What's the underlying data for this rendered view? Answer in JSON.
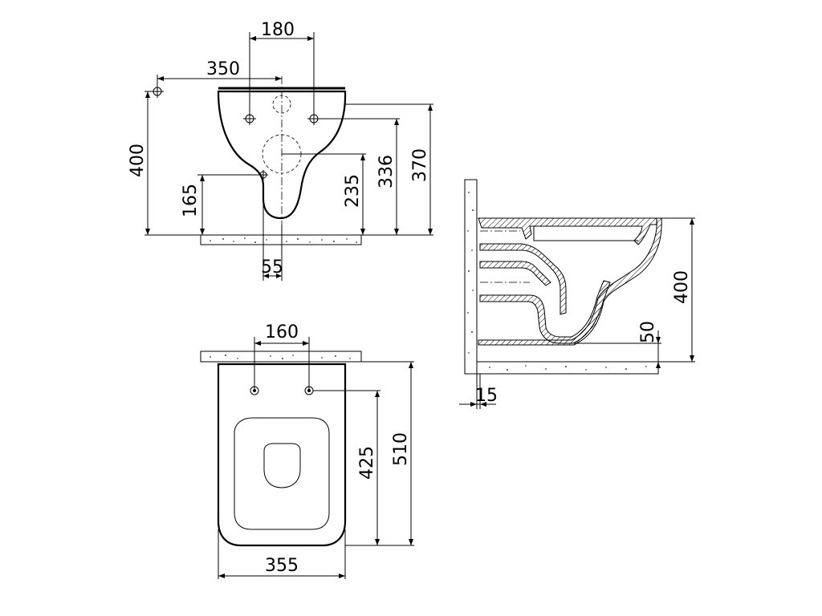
{
  "dimensions": {
    "front": {
      "width_top": "180",
      "axis_offset": "350",
      "height_fixing": "400",
      "drain_height": "165",
      "bolt_height": "235",
      "upper_fix_height": "336",
      "total_height": "370",
      "drain_width": "55"
    },
    "plan": {
      "bolt_spacing": "160",
      "length_bolts": "425",
      "total_length": "510",
      "width": "355"
    },
    "side": {
      "rim_height": "400",
      "bottom_gap": "50",
      "wall_gap": "15"
    }
  },
  "colors": {
    "line": "#000000",
    "background": "#ffffff"
  }
}
